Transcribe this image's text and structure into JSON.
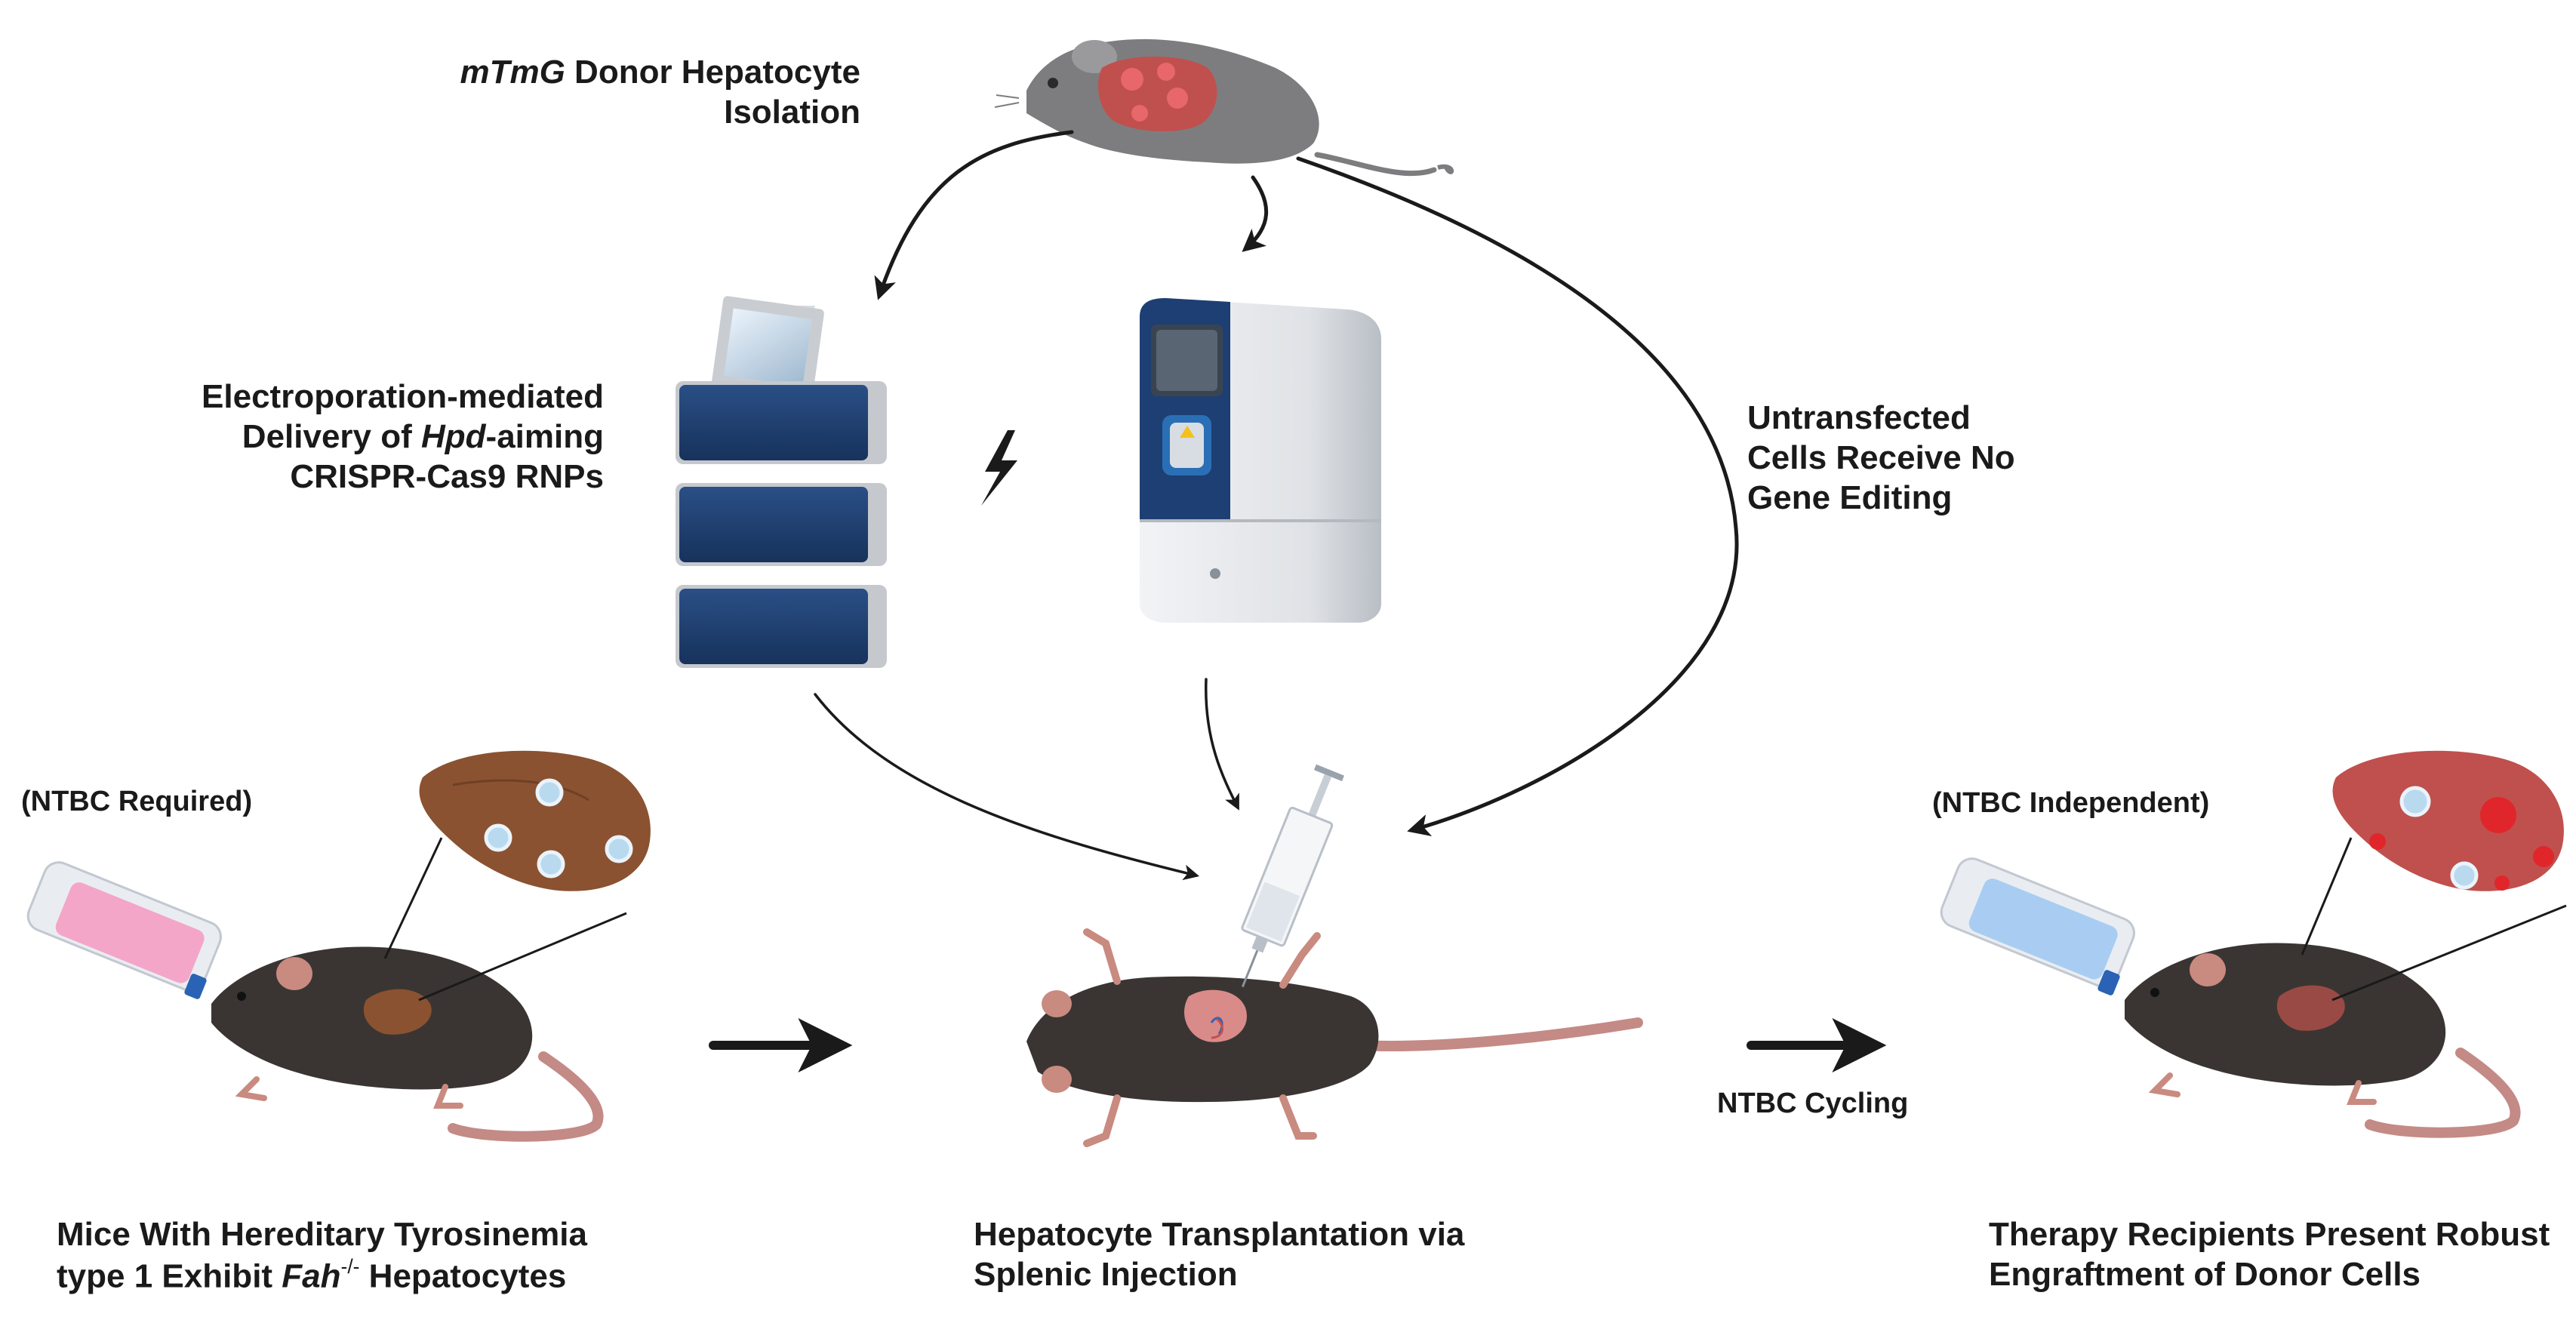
{
  "donor": {
    "line1_italic": "mTmG",
    "line1_rest": " Donor Hepatocyte",
    "line2": "Isolation"
  },
  "electroporation": {
    "line1": "Electroporation-mediated",
    "line2_pre": "Delivery of ",
    "line2_italic": "Hpd",
    "line2_post": "-aiming",
    "line3": "CRISPR-Cas9 RNPs"
  },
  "untransfected": {
    "line1": "Untransfected",
    "line2": "Cells Receive No",
    "line3": "Gene Editing"
  },
  "ntbc_required": "(NTBC Required)",
  "ntbc_independent": "(NTBC Independent)",
  "ntbc_cycling": "NTBC Cycling",
  "ht1_mice": {
    "line1": "Mice With Hereditary Tyrosinemia",
    "line2_pre": "type 1 Exhibit ",
    "line2_italic": "Fah",
    "line2_sup": "-/-",
    "line2_post": " Hepatocytes"
  },
  "transplant": {
    "line1": "Hepatocyte Transplantation via",
    "line2": "Splenic Injection"
  },
  "recipients": {
    "line1": "Therapy Recipients Present Robust",
    "line2": "Engraftment of Donor Cells"
  },
  "colors": {
    "mouse_body": "#3a3533",
    "mouse_ear": "#c98a80",
    "mouse_tail": "#c48a86",
    "liver_brown": "#8a5230",
    "liver_red": "#c0504d",
    "donor_mouse": "#7d7d80",
    "device_navy": "#1e3d6b",
    "bottle_pink": "#f4a6c8",
    "bottle_blue": "#a9cdf2",
    "arrow": "#1a1a1a"
  },
  "icons": [
    "donor-mouse-icon",
    "electroporator-stack-icon",
    "lightning-bolt-icon",
    "electroporation-device-icon",
    "syringe-icon",
    "liver-icon",
    "water-bottle-icon",
    "mouse-icon"
  ]
}
